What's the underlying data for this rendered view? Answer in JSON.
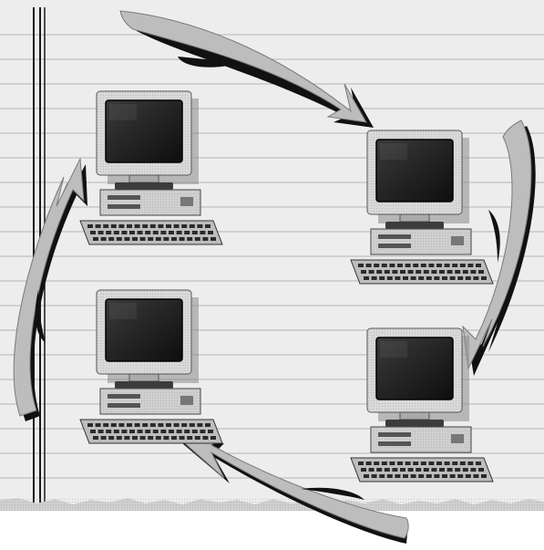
{
  "diagram": {
    "nodes": [
      {
        "id": "computer-top-left",
        "kind": "desktop-computer"
      },
      {
        "id": "computer-top-right",
        "kind": "desktop-computer"
      },
      {
        "id": "computer-bottom-right",
        "kind": "desktop-computer"
      },
      {
        "id": "computer-bottom-left",
        "kind": "desktop-computer"
      }
    ],
    "edges": [
      {
        "from": "computer-top-left",
        "to": "computer-top-right",
        "style": "curved-arrow"
      },
      {
        "from": "computer-top-right",
        "to": "computer-bottom-right",
        "style": "curved-arrow"
      },
      {
        "from": "computer-bottom-right",
        "to": "computer-bottom-left",
        "style": "curved-arrow"
      },
      {
        "from": "computer-bottom-left",
        "to": "computer-top-left",
        "style": "curved-arrow"
      }
    ],
    "background": "ruled-notepad-paper",
    "colors": {
      "paper": "#eeeeee",
      "rule": "#b5b5b5",
      "arrow_fill": "#bdbdbd",
      "arrow_shadow": "#111111",
      "monitor_case": "#d9d9d9",
      "screen": "#1e1e1e"
    }
  }
}
